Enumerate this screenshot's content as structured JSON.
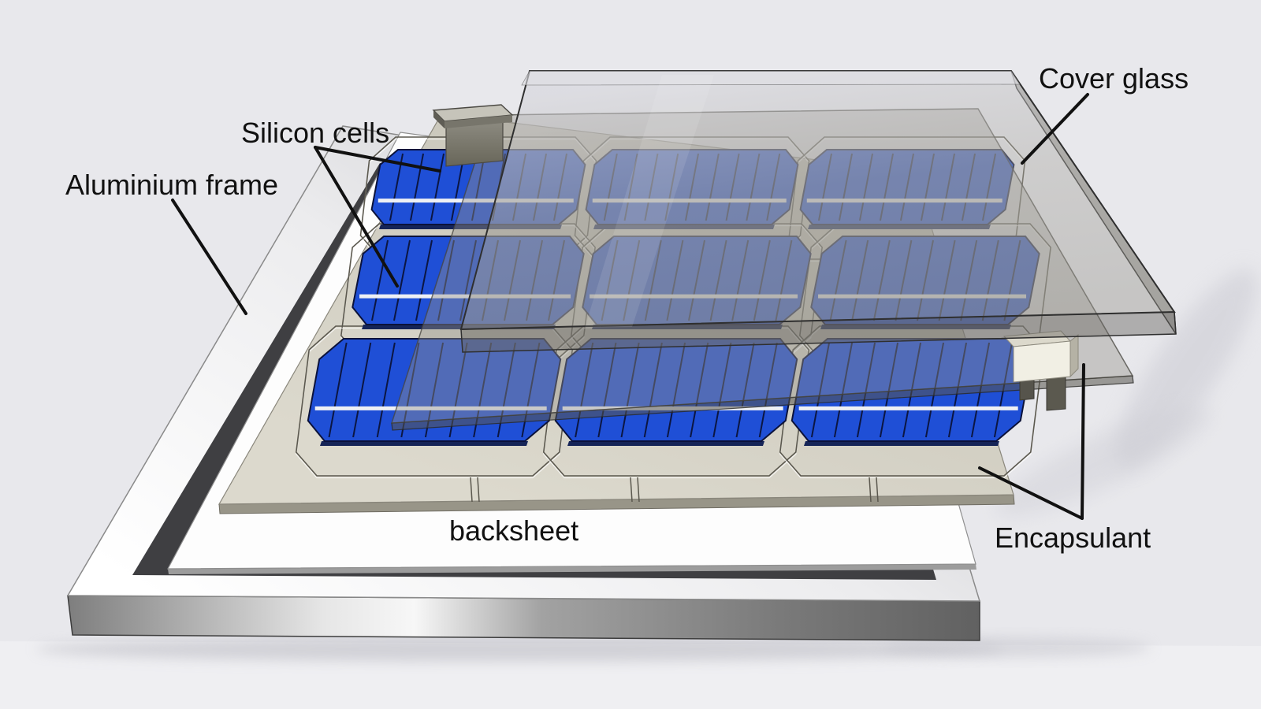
{
  "diagram": {
    "type": "exploded-3d-diagram",
    "subject": "Solar photovoltaic module layer stack",
    "labels": {
      "cover_glass": "Cover glass",
      "silicon_cells": "Silicon cells",
      "aluminium_frame": "Aluminium frame",
      "backsheet": "backsheet",
      "encapsulant": "Encapsulant"
    },
    "layers_top_to_bottom": [
      "Cover glass",
      "Encapsulant",
      "Silicon cells",
      "Encapsulant",
      "backsheet",
      "Aluminium frame"
    ],
    "silicon_cells": {
      "grid_rows": 3,
      "grid_cols": 3,
      "subcell_columns": 10,
      "busbars_per_cell": 1
    }
  },
  "colors": {
    "background": "#e8e8ec",
    "cell_blue": "#1f4fd6",
    "cell_edge": "#0b123a",
    "cell_thickness": "#152457",
    "busbar_white": "#eef0f4",
    "frame_top": "#fafafa",
    "frame_side_dark": "#6b6b6b",
    "backsheet_white": "#fdfdfd",
    "encapsulant_beige": "#d6d3c7",
    "glass_gray": "#a9a7a0",
    "label_text": "#111111"
  }
}
